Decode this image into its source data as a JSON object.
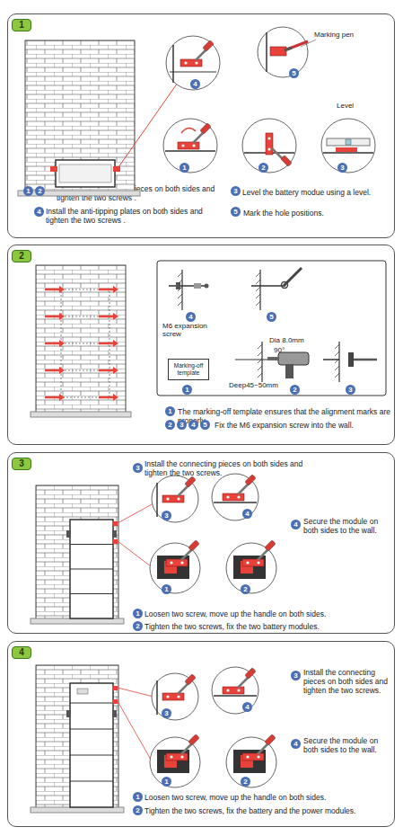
{
  "diagram": {
    "nodes": [
      {
        "text": [
          "Install the connecting pieces on both sides and tighten the two screws .",
          "Level the battery modue using a level.",
          "Install the anti-tipping plates on both sides and tighten the two screws .",
          "Mark the hole positions."
        ]
      },
      {
        "text": [
          "1"
        ],
        "in": 0
      },
      {
        "text": [
          "The marking-off template ensures that the alignment marks are properly.",
          "Fix the M6 expansion screw into the wall."
        ]
      },
      {
        "text": [
          "2"
        ],
        "in": 2
      },
      {
        "text": [
          "Marking-off template"
        ],
        "in": 2
      },
      {
        "text": [
          "Install the connecting pieces on both sides and tighten the two screws.",
          "Secure the module on both sides to the wall.",
          "Loosen two screw, move up the handle on both sides.",
          "Tighten the two screws, fix the two battery modules."
        ]
      },
      {
        "text": [
          "3"
        ],
        "in": 5
      },
      {
        "text": [
          "Install the connecting pieces on both sides and tighten the two screws.",
          "Secure the module on both sides to the wall.",
          "Loosen two screw, move up the handle on both sides.",
          "Tighten the two screws, fix the battery and the power modules."
        ]
      },
      {
        "text": [
          "4"
        ],
        "in": 7
      }
    ],
    "labels": [
      "4",
      "Marking pen",
      "5",
      "Level",
      "1",
      "2",
      "3",
      "1",
      "2",
      "3",
      "4",
      "5",
      "4",
      "5",
      "M6 expansion screw",
      "Dia 8.0mm",
      "90°",
      "1",
      "Deep45~50mm",
      "2",
      "3",
      "1",
      "2",
      "3",
      "4",
      "5",
      "3",
      "3",
      "4",
      "4",
      "1",
      "2",
      "1",
      "2",
      "3",
      "3",
      "4",
      "4",
      "1",
      "2",
      "1",
      "2"
    ]
  }
}
